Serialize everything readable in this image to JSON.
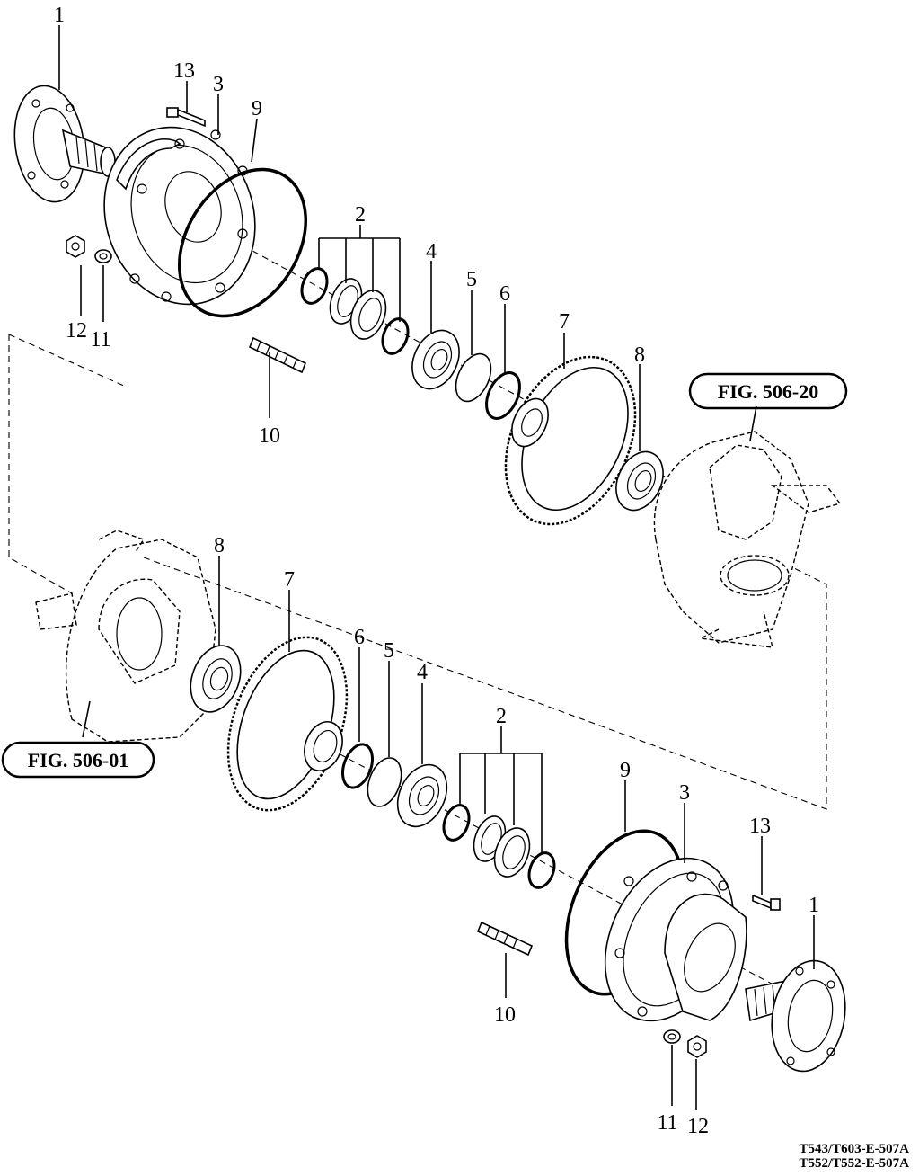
{
  "diagram": {
    "labels": {
      "p1": "1",
      "p2": "2",
      "p3": "3",
      "p4": "4",
      "p5": "5",
      "p6": "6",
      "p7": "7",
      "p8": "8",
      "p9": "9",
      "p10": "10",
      "p11": "11",
      "p12": "12",
      "p13": "13"
    },
    "references": {
      "upper": "FIG. 506-20",
      "lower": "FIG. 506-01"
    },
    "drawing_code": {
      "line1": "T543/T603-E-507A",
      "line2": "T552/T552-E-507A"
    }
  }
}
